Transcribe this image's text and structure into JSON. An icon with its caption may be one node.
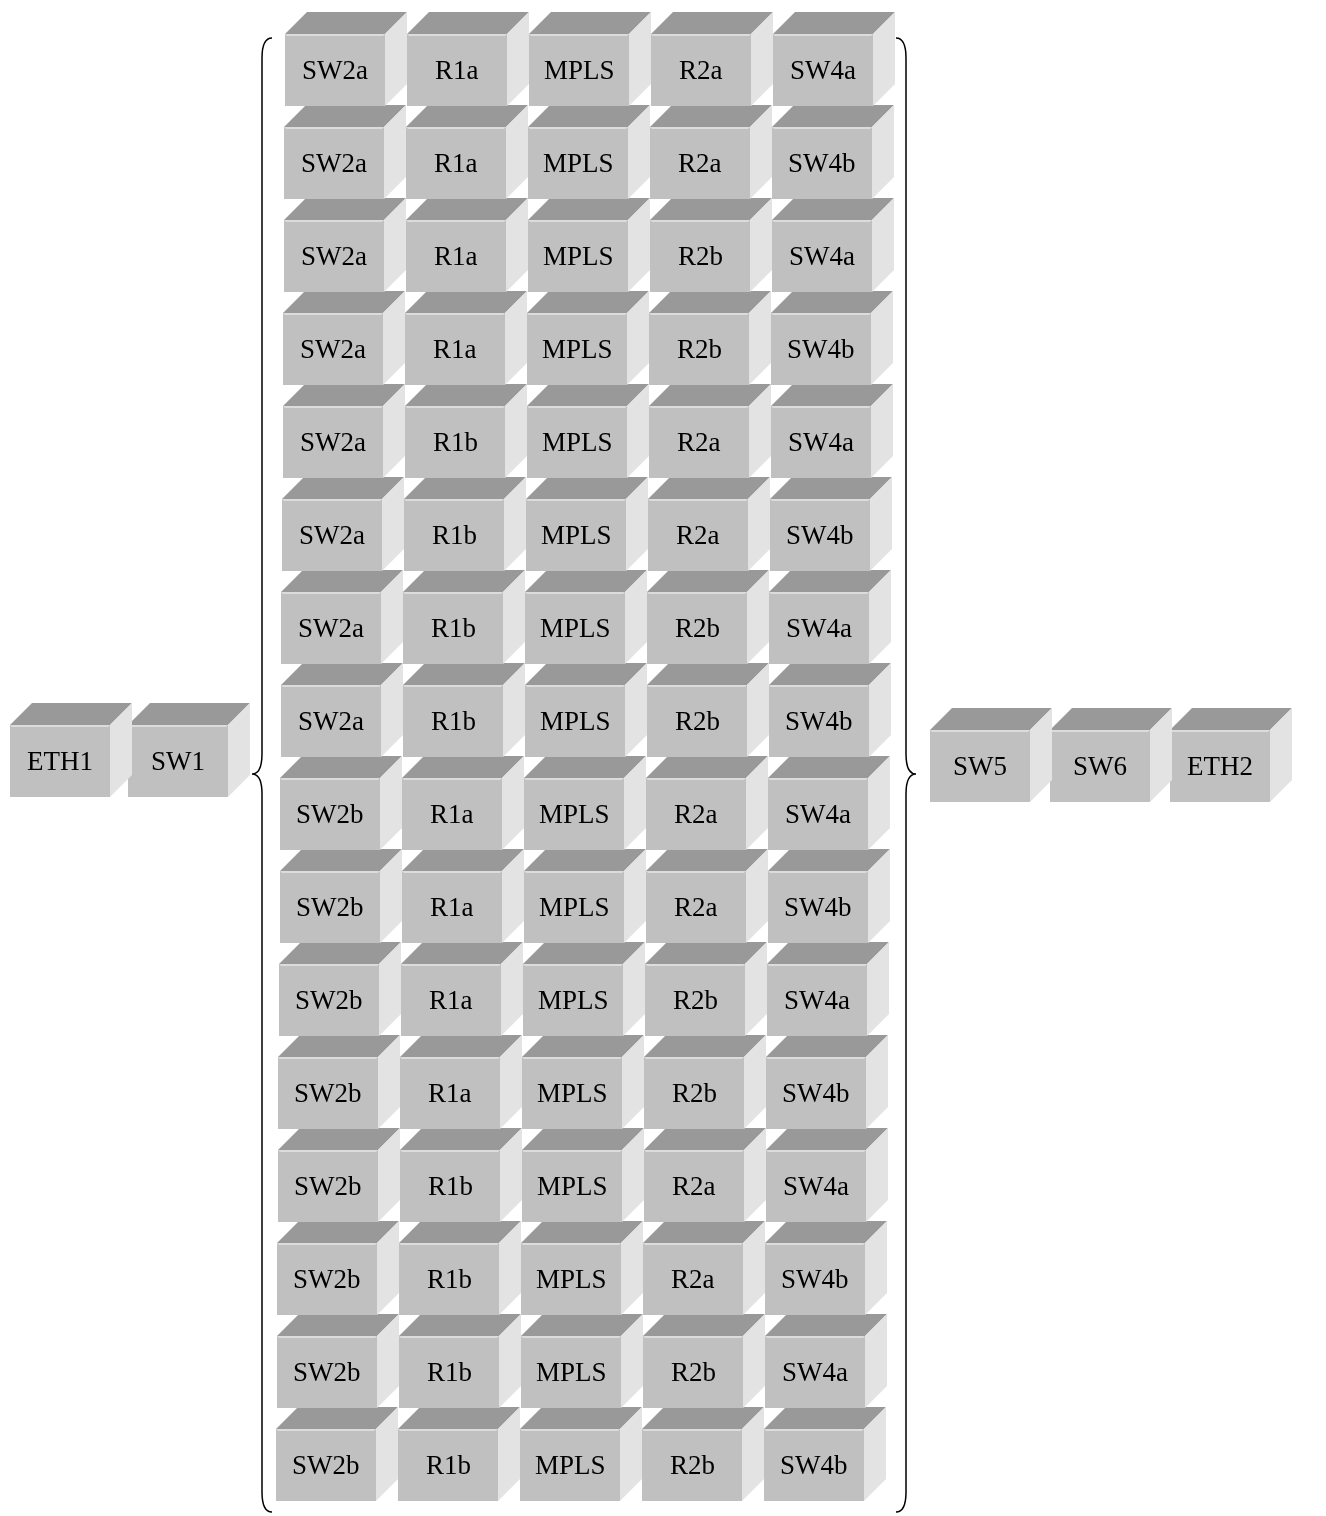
{
  "diagram": {
    "nodes": [
      {
        "text": [
          "ETH1"
        ]
      },
      {
        "text": [
          "SW1"
        ]
      },
      {
        "text": [
          "SW2a"
        ]
      },
      {
        "text": [
          "R1a"
        ]
      },
      {
        "text": [
          "MPLS"
        ]
      },
      {
        "text": [
          "R2a"
        ]
      },
      {
        "text": [
          "SW4a"
        ]
      },
      {
        "text": [
          "SW2a"
        ]
      },
      {
        "text": [
          "R1a"
        ]
      },
      {
        "text": [
          "MPLS"
        ]
      },
      {
        "text": [
          "R2a"
        ]
      },
      {
        "text": [
          "SW4b"
        ]
      },
      {
        "text": [
          "SW2a"
        ]
      },
      {
        "text": [
          "R1a"
        ]
      },
      {
        "text": [
          "MPLS"
        ]
      },
      {
        "text": [
          "R2b"
        ]
      },
      {
        "text": [
          "SW4a"
        ]
      },
      {
        "text": [
          "SW2a"
        ]
      },
      {
        "text": [
          "R1a"
        ]
      },
      {
        "text": [
          "MPLS"
        ]
      },
      {
        "text": [
          "R2b"
        ]
      },
      {
        "text": [
          "SW4b"
        ]
      },
      {
        "text": [
          "SW2a"
        ]
      },
      {
        "text": [
          "R1b"
        ]
      },
      {
        "text": [
          "MPLS"
        ]
      },
      {
        "text": [
          "R2a"
        ]
      },
      {
        "text": [
          "SW4a"
        ]
      },
      {
        "text": [
          "SW2a"
        ]
      },
      {
        "text": [
          "R1b"
        ]
      },
      {
        "text": [
          "MPLS"
        ]
      },
      {
        "text": [
          "R2a"
        ]
      },
      {
        "text": [
          "SW4b"
        ]
      },
      {
        "text": [
          "SW2a"
        ]
      },
      {
        "text": [
          "R1b"
        ]
      },
      {
        "text": [
          "MPLS"
        ]
      },
      {
        "text": [
          "R2b"
        ]
      },
      {
        "text": [
          "SW4a"
        ]
      },
      {
        "text": [
          "SW2a"
        ]
      },
      {
        "text": [
          "R1b"
        ]
      },
      {
        "text": [
          "MPLS"
        ]
      },
      {
        "text": [
          "R2b"
        ]
      },
      {
        "text": [
          "SW4b"
        ]
      },
      {
        "text": [
          "SW2b"
        ]
      },
      {
        "text": [
          "R1a"
        ]
      },
      {
        "text": [
          "MPLS"
        ]
      },
      {
        "text": [
          "R2a"
        ]
      },
      {
        "text": [
          "SW4a"
        ]
      },
      {
        "text": [
          "SW2b"
        ]
      },
      {
        "text": [
          "R1a"
        ]
      },
      {
        "text": [
          "MPLS"
        ]
      },
      {
        "text": [
          "R2a"
        ]
      },
      {
        "text": [
          "SW4b"
        ]
      },
      {
        "text": [
          "SW2b"
        ]
      },
      {
        "text": [
          "R1a"
        ]
      },
      {
        "text": [
          "MPLS"
        ]
      },
      {
        "text": [
          "R2b"
        ]
      },
      {
        "text": [
          "SW4a"
        ]
      },
      {
        "text": [
          "SW2b"
        ]
      },
      {
        "text": [
          "R1a"
        ]
      },
      {
        "text": [
          "MPLS"
        ]
      },
      {
        "text": [
          "R2b"
        ]
      },
      {
        "text": [
          "SW4b"
        ]
      },
      {
        "text": [
          "SW2b"
        ]
      },
      {
        "text": [
          "R1b"
        ]
      },
      {
        "text": [
          "MPLS"
        ]
      },
      {
        "text": [
          "R2a"
        ]
      },
      {
        "text": [
          "SW4a"
        ]
      },
      {
        "text": [
          "SW2b"
        ]
      },
      {
        "text": [
          "R1b"
        ]
      },
      {
        "text": [
          "MPLS"
        ]
      },
      {
        "text": [
          "R2a"
        ]
      },
      {
        "text": [
          "SW4b"
        ]
      },
      {
        "text": [
          "SW2b"
        ]
      },
      {
        "text": [
          "R1b"
        ]
      },
      {
        "text": [
          "MPLS"
        ]
      },
      {
        "text": [
          "R2b"
        ]
      },
      {
        "text": [
          "SW4a"
        ]
      },
      {
        "text": [
          "SW2b"
        ]
      },
      {
        "text": [
          "R1b"
        ]
      },
      {
        "text": [
          "MPLS"
        ]
      },
      {
        "text": [
          "R2b"
        ]
      },
      {
        "text": [
          "SW4b"
        ]
      },
      {
        "text": [
          "SW5"
        ]
      },
      {
        "text": [
          "SW6"
        ]
      },
      {
        "text": [
          "ETH2"
        ]
      }
    ],
    "edges": []
  }
}
